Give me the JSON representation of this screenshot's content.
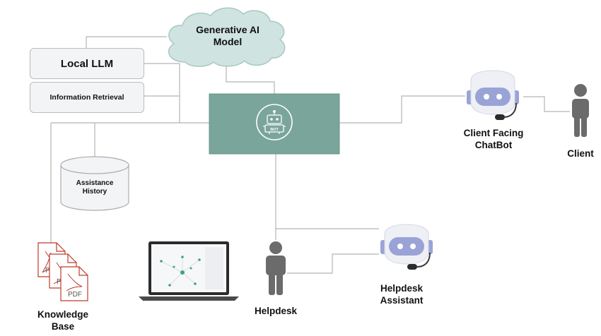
{
  "nodes": {
    "generative_ai": {
      "line1": "Generative AI",
      "line2": "Model"
    },
    "local_llm": {
      "label": "Local LLM"
    },
    "info_retrieval": {
      "label": "Information Retrieval"
    },
    "assistance_history": {
      "line1": "Assistance",
      "line2": "History"
    },
    "knowledge_base": {
      "line1": "Knowledge",
      "line2": "Base",
      "doc_label": "PDF"
    },
    "client_bot": {
      "line1": "Client Facing",
      "line2": "ChatBot"
    },
    "client": {
      "label": "Client"
    },
    "helpdesk": {
      "label": "Helpdesk"
    },
    "helpdesk_assistant": {
      "line1": "Helpdesk",
      "line2": "Assistant"
    },
    "hub": {
      "icon": "robot-icon",
      "icon_text": "BOT"
    }
  },
  "colors": {
    "hub": "#7aa59a",
    "line": "#b5b5b5",
    "person": "#6b6b6b",
    "box_fill": "#f3f4f6",
    "cloud_fill": "#cfe3e0",
    "pdf_red": "#c0392b",
    "robot_visor": "#9aa3d6"
  }
}
